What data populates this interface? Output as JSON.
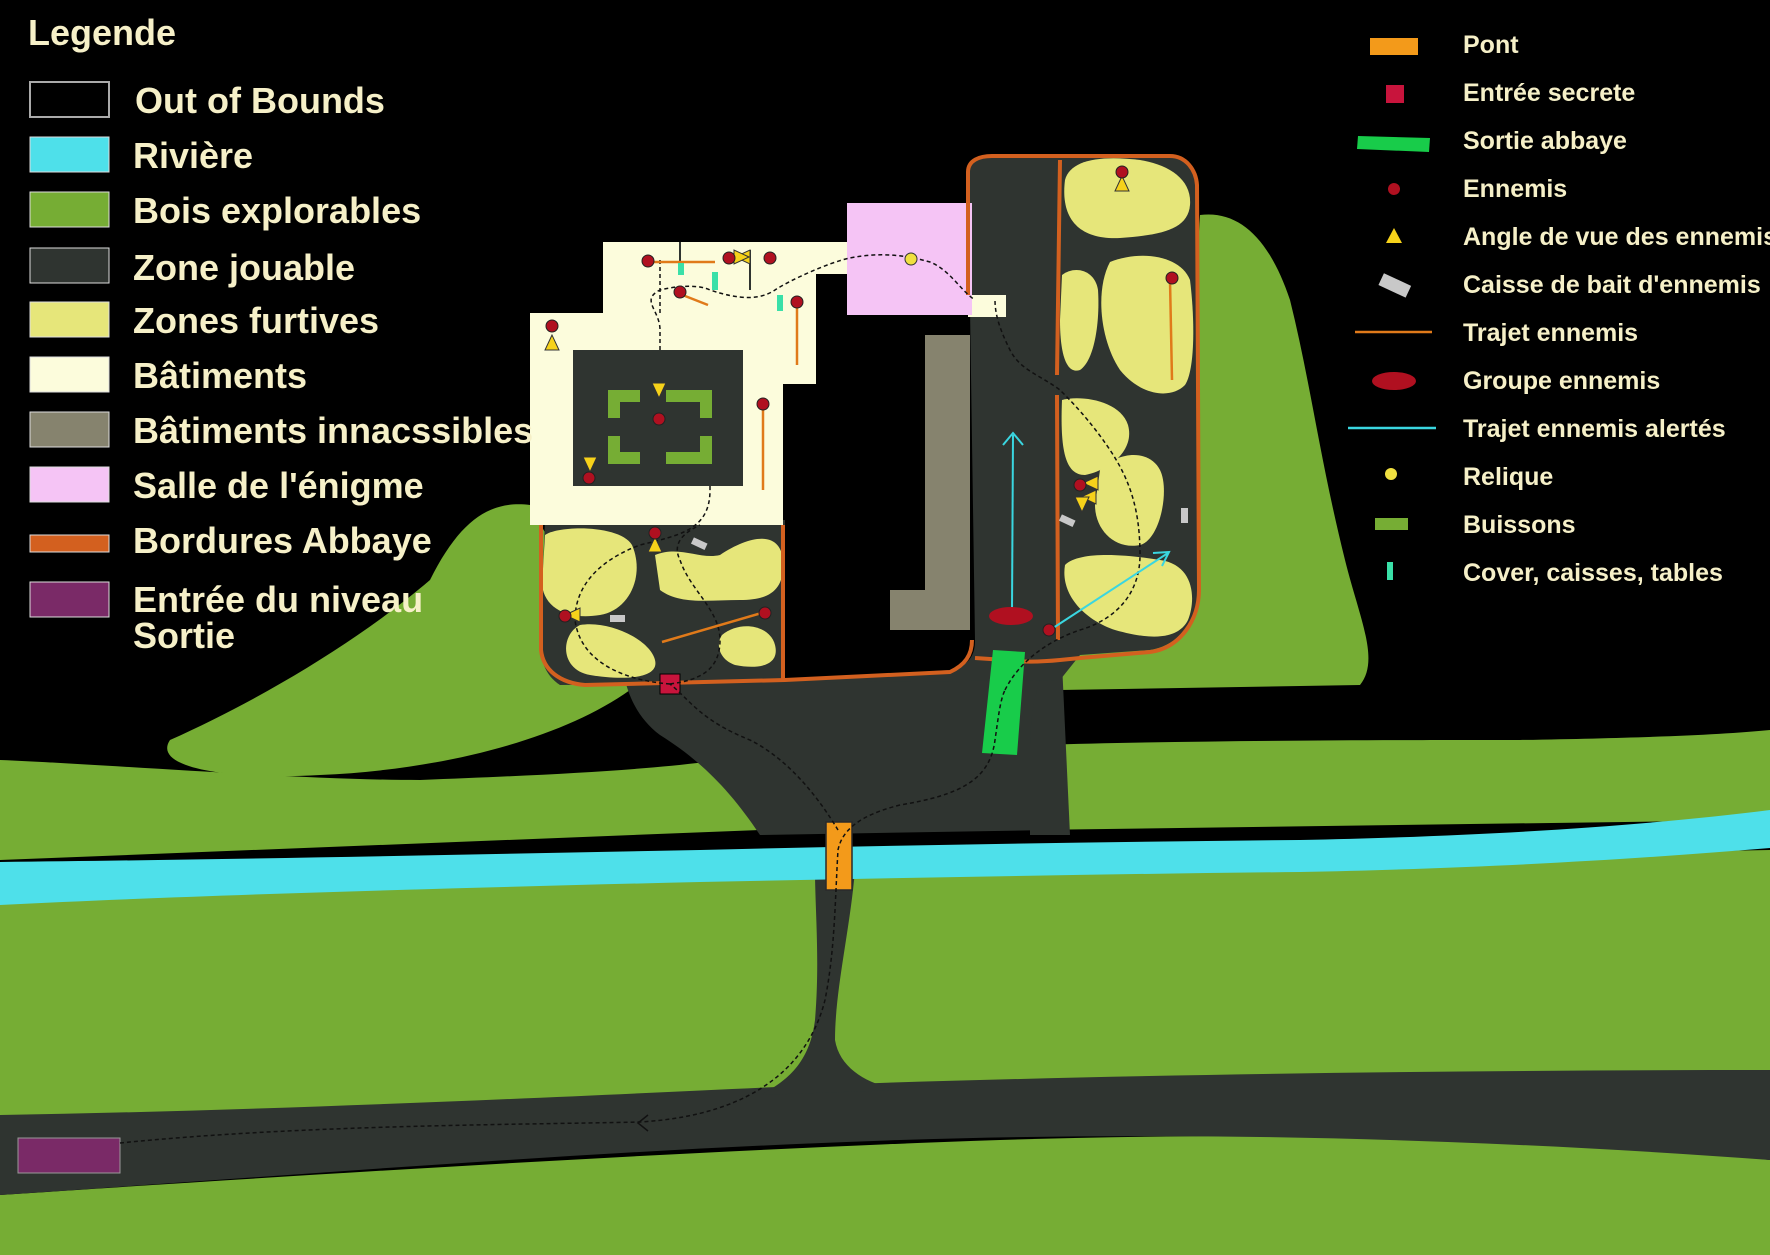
{
  "legend_left": {
    "title": "Legende",
    "items": [
      {
        "label": "Out of Bounds",
        "color": "#000000"
      },
      {
        "label": "Rivière",
        "color": "#4ee0ea"
      },
      {
        "label": "Bois explorables",
        "color": "#76ad34"
      },
      {
        "label": "Zone jouable",
        "color": "#2f3430"
      },
      {
        "label": "Zones furtives",
        "color": "#e6e67a"
      },
      {
        "label": "Bâtiments",
        "color": "#fcfcdc"
      },
      {
        "label": "Bâtiments innacssibles",
        "color": "#86836e"
      },
      {
        "label": "Salle de l'énigme",
        "color": "#f5c4f5"
      },
      {
        "label": "Bordures Abbaye",
        "color": "#d3601f"
      },
      {
        "label": "Entrée du niveau",
        "label2": "Sortie",
        "color": "#7a2a67"
      }
    ]
  },
  "legend_right": {
    "items": [
      {
        "label": "Pont",
        "icon": "bridge-icon",
        "color": "#f39a1a"
      },
      {
        "label": "Entrée secrete",
        "icon": "secret-entrance-icon",
        "color": "#c8143c"
      },
      {
        "label": "Sortie abbaye",
        "icon": "abbey-exit-icon",
        "color": "#18cc4a"
      },
      {
        "label": "Ennemis",
        "icon": "enemy-icon",
        "color": "#b01020"
      },
      {
        "label": "Angle de vue des ennemis",
        "icon": "view-cone-icon",
        "color": "#f6d21a"
      },
      {
        "label": "Caisse de bait d'ennemis",
        "icon": "bait-crate-icon",
        "color": "#c8c8c8"
      },
      {
        "label": "Trajet ennemis",
        "icon": "enemy-path-icon",
        "color": "#e07a1a"
      },
      {
        "label": "Groupe ennemis",
        "icon": "enemy-group-icon",
        "color": "#b01020"
      },
      {
        "label": "Trajet ennemis alertés",
        "icon": "alert-path-icon",
        "color": "#3ad6e0"
      },
      {
        "label": "Relique",
        "icon": "relic-icon",
        "color": "#f0e040"
      },
      {
        "label": "Buissons",
        "icon": "bush-icon",
        "color": "#76ad34"
      },
      {
        "label": "Cover, caisses, tables",
        "icon": "cover-icon",
        "color": "#3ae0a8"
      }
    ]
  }
}
